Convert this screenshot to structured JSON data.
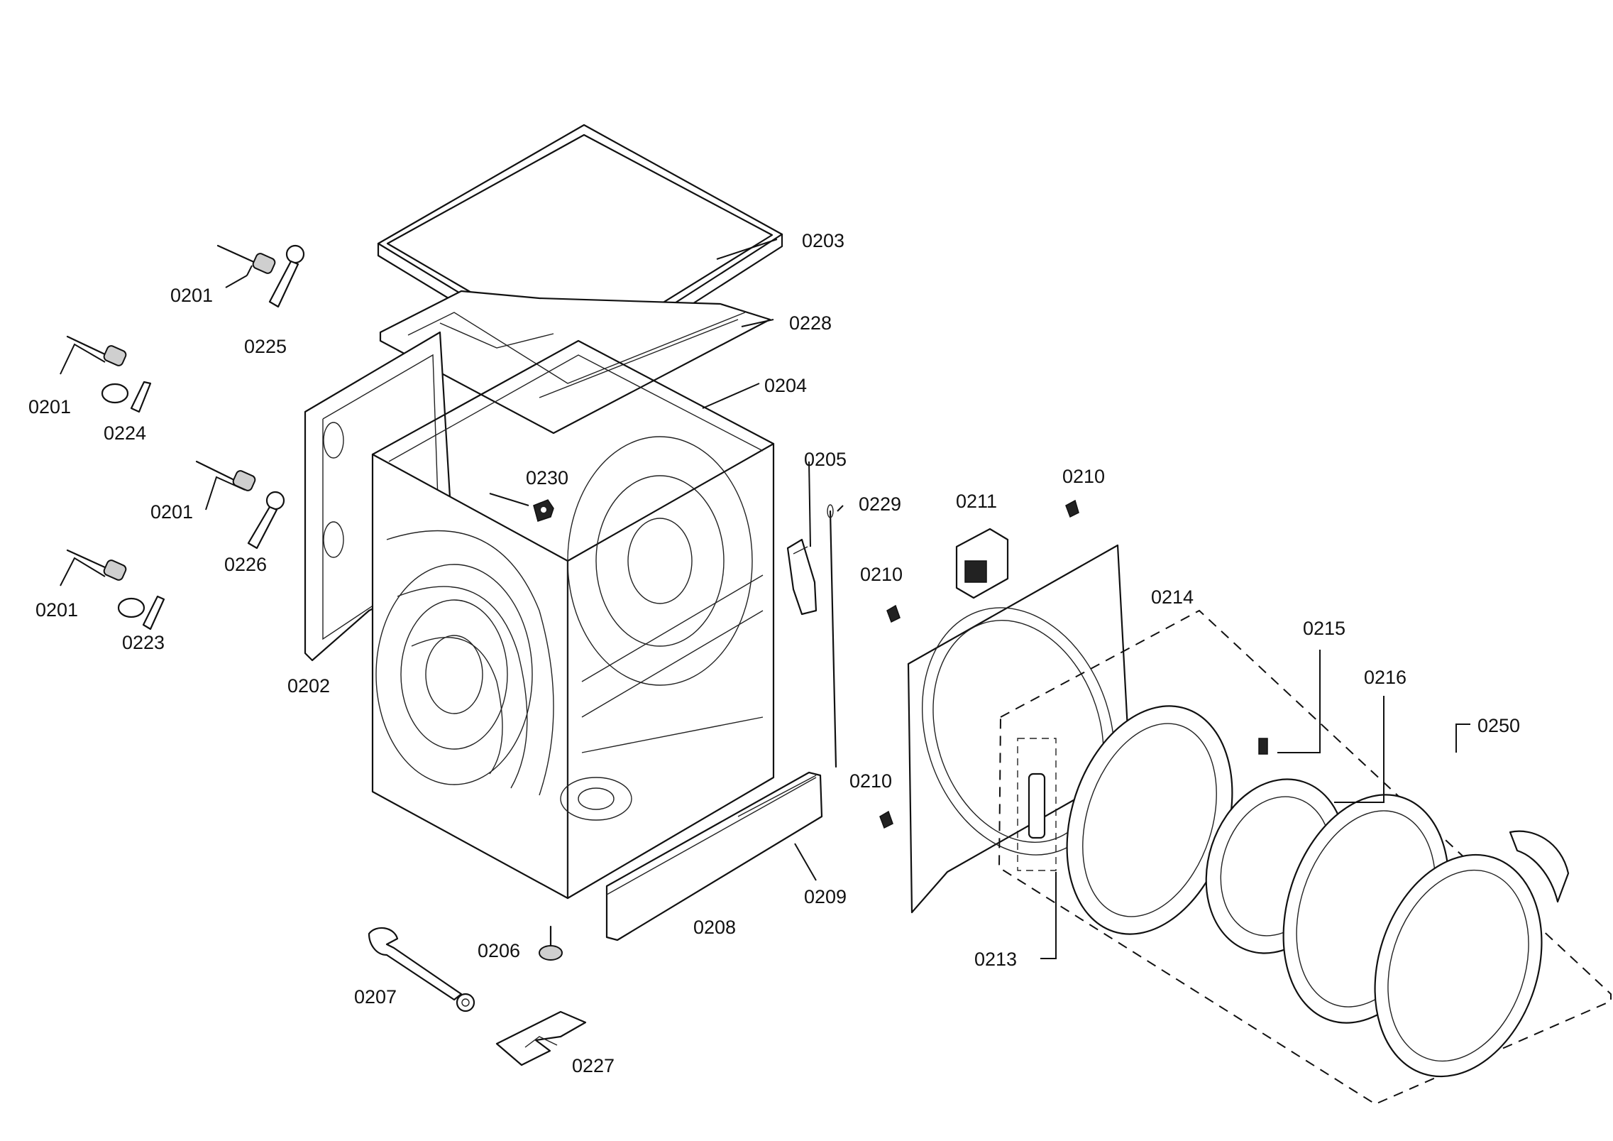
{
  "diagram": {
    "type": "exploded-parts-view",
    "callouts": [
      {
        "id": "c0201a",
        "text": "0201"
      },
      {
        "id": "c0201b",
        "text": "0201"
      },
      {
        "id": "c0201c",
        "text": "0201"
      },
      {
        "id": "c0201d",
        "text": "0201"
      },
      {
        "id": "c0202",
        "text": "0202"
      },
      {
        "id": "c0203",
        "text": "0203"
      },
      {
        "id": "c0204",
        "text": "0204"
      },
      {
        "id": "c0205",
        "text": "0205"
      },
      {
        "id": "c0206",
        "text": "0206"
      },
      {
        "id": "c0207",
        "text": "0207"
      },
      {
        "id": "c0208",
        "text": "0208"
      },
      {
        "id": "c0209",
        "text": "0209"
      },
      {
        "id": "c0210a",
        "text": "0210"
      },
      {
        "id": "c0210b",
        "text": "0210"
      },
      {
        "id": "c0210c",
        "text": "0210"
      },
      {
        "id": "c0211",
        "text": "0211"
      },
      {
        "id": "c0213",
        "text": "0213"
      },
      {
        "id": "c0214",
        "text": "0214"
      },
      {
        "id": "c0215",
        "text": "0215"
      },
      {
        "id": "c0216",
        "text": "0216"
      },
      {
        "id": "c0223",
        "text": "0223"
      },
      {
        "id": "c0224",
        "text": "0224"
      },
      {
        "id": "c0225",
        "text": "0225"
      },
      {
        "id": "c0226",
        "text": "0226"
      },
      {
        "id": "c0227",
        "text": "0227"
      },
      {
        "id": "c0228",
        "text": "0228"
      },
      {
        "id": "c0229",
        "text": "0229"
      },
      {
        "id": "c0230",
        "text": "0230"
      },
      {
        "id": "c0250",
        "text": "0250"
      }
    ]
  }
}
